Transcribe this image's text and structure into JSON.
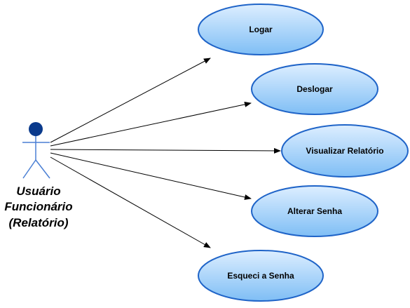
{
  "actor": {
    "name_lines": [
      "Usuário",
      "Funcionário",
      "(Relatório)"
    ],
    "head_color": "#0a3a8c",
    "stroke_color": "#4a7fd4"
  },
  "use_cases": [
    {
      "id": "logar",
      "label": "Logar"
    },
    {
      "id": "deslogar",
      "label": "Deslogar"
    },
    {
      "id": "visualizar-relatorio",
      "label": "Visualizar Relatório"
    },
    {
      "id": "alterar-senha",
      "label": "Alterar Senha"
    },
    {
      "id": "esqueci-a-senha",
      "label": "Esqueci a Senha"
    }
  ],
  "colors": {
    "ellipse_fill_top": "#ddeeff",
    "ellipse_fill_bottom": "#7fbef5",
    "ellipse_stroke": "#1f64c8",
    "association_line": "#000000"
  }
}
